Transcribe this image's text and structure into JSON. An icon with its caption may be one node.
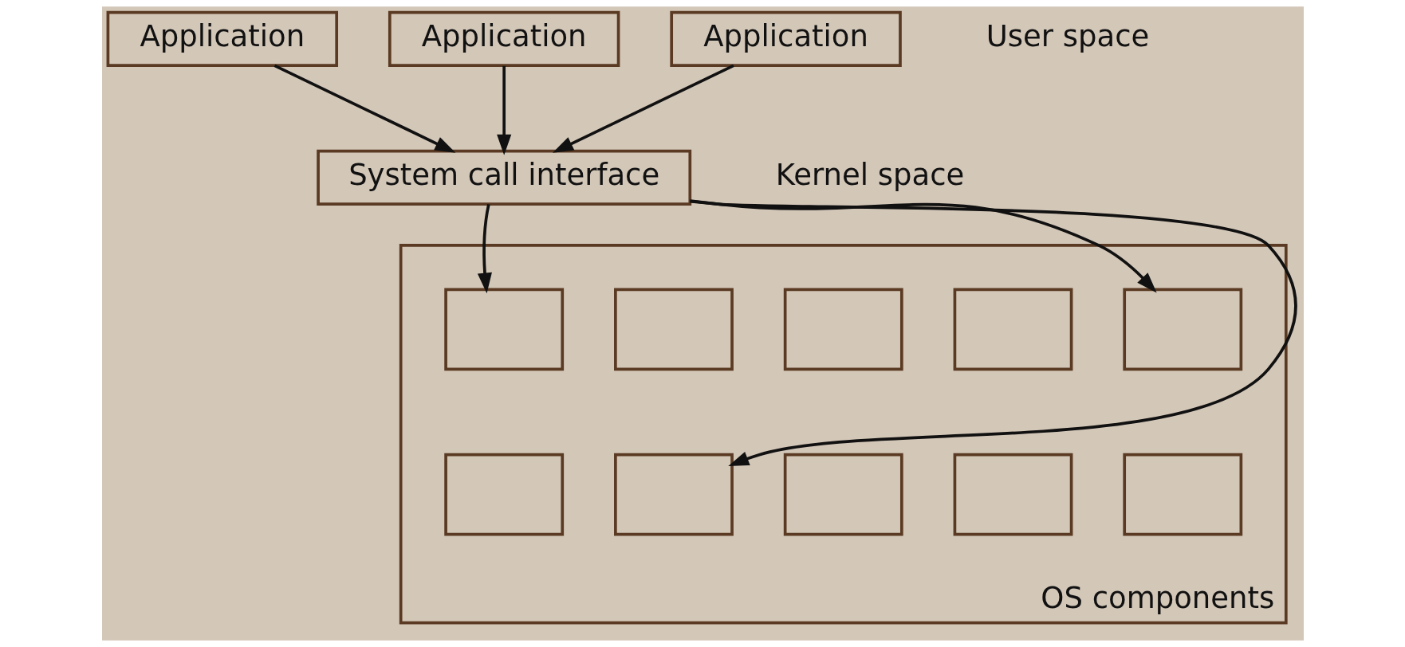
{
  "diagram": {
    "nodes": [
      {
        "text": [
          "Application"
        ]
      },
      {
        "text": [
          "Application"
        ]
      },
      {
        "text": [
          "Application"
        ]
      },
      {
        "text": [
          "System call interface"
        ]
      },
      {
        "text": [
          "OS components"
        ]
      },
      {
        "text": [],
        "shape": "box",
        "in": 4
      },
      {
        "text": [],
        "shape": "box",
        "in": 4
      },
      {
        "text": [],
        "shape": "box",
        "in": 4
      },
      {
        "text": [],
        "shape": "box",
        "in": 4
      },
      {
        "text": [],
        "shape": "box",
        "in": 4
      },
      {
        "text": [],
        "shape": "box",
        "in": 4
      },
      {
        "text": [],
        "shape": "box",
        "in": 4
      },
      {
        "text": [],
        "shape": "box",
        "in": 4
      },
      {
        "text": [],
        "shape": "box",
        "in": 4
      },
      {
        "text": [],
        "shape": "box",
        "in": 4
      }
    ],
    "edges": [
      {
        "from": 0,
        "to": 3,
        "arrow": "to"
      },
      {
        "from": 1,
        "to": 3,
        "arrow": "to"
      },
      {
        "from": 2,
        "to": 3,
        "arrow": "to"
      },
      {
        "from": 3,
        "to": 5,
        "arrow": "to"
      },
      {
        "from": 3,
        "to": 11,
        "arrow": "to"
      },
      {
        "from": 3,
        "to": 9,
        "arrow": "to"
      }
    ],
    "labels": [
      "User space",
      "Kernel space"
    ]
  }
}
